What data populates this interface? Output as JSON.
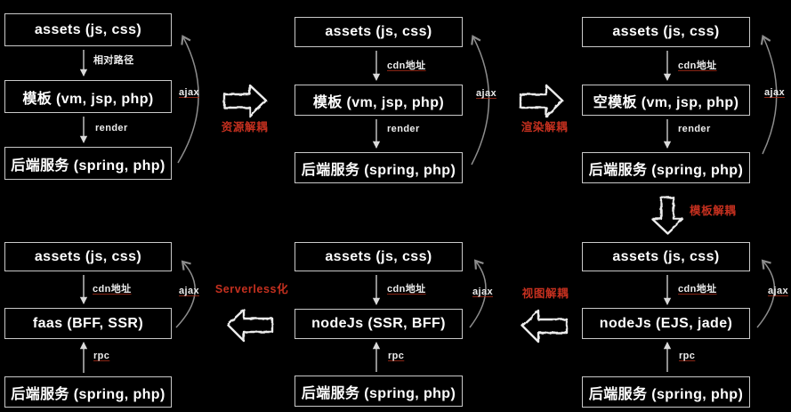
{
  "colors": {
    "background": "#000000",
    "box_border": "#c9c9c9",
    "box_text": "#ffffff",
    "straight_arrow": "#dadada",
    "curved_arrow": "#8d8d8d",
    "transition_arrow_outline": "#ececec",
    "transition_label_red": "#c5301f"
  },
  "panels": [
    {
      "position": "top-left",
      "boxes": [
        "assets (js, css)",
        "模板 (vm, jsp, php)",
        "后端服务 (spring, php)"
      ],
      "link1": "相对路径",
      "link2": "render",
      "ajax": "ajax"
    },
    {
      "position": "top-middle",
      "boxes": [
        "assets (js, css)",
        "模板 (vm, jsp, php)",
        "后端服务 (spring, php)"
      ],
      "link1": "cdn地址",
      "link2": "render",
      "ajax": "ajax"
    },
    {
      "position": "top-right",
      "boxes": [
        "assets (js, css)",
        "空模板 (vm, jsp, php)",
        "后端服务 (spring, php)"
      ],
      "link1": "cdn地址",
      "link2": "render",
      "ajax": "ajax"
    },
    {
      "position": "bottom-left",
      "boxes": [
        "assets (js, css)",
        "faas (BFF, SSR)",
        "后端服务 (spring, php)"
      ],
      "link1": "cdn地址",
      "link2": "rpc",
      "ajax": "ajax"
    },
    {
      "position": "bottom-middle",
      "boxes": [
        "assets (js, css)",
        "nodeJs (SSR, BFF)",
        "后端服务 (spring, php)"
      ],
      "link1": "cdn地址",
      "link2": "rpc",
      "ajax": "ajax"
    },
    {
      "position": "bottom-right",
      "boxes": [
        "assets (js, css)",
        "nodeJs (EJS, jade)",
        "后端服务 (spring, php)"
      ],
      "link1": "cdn地址",
      "link2": "rpc",
      "ajax": "ajax"
    }
  ],
  "transitions": [
    {
      "label": "资源解耦",
      "direction": "right"
    },
    {
      "label": "渲染解耦",
      "direction": "right"
    },
    {
      "label": "模板解耦",
      "direction": "down"
    },
    {
      "label": "视图解耦",
      "direction": "left"
    },
    {
      "label": "Serverless化",
      "direction": "left"
    }
  ]
}
